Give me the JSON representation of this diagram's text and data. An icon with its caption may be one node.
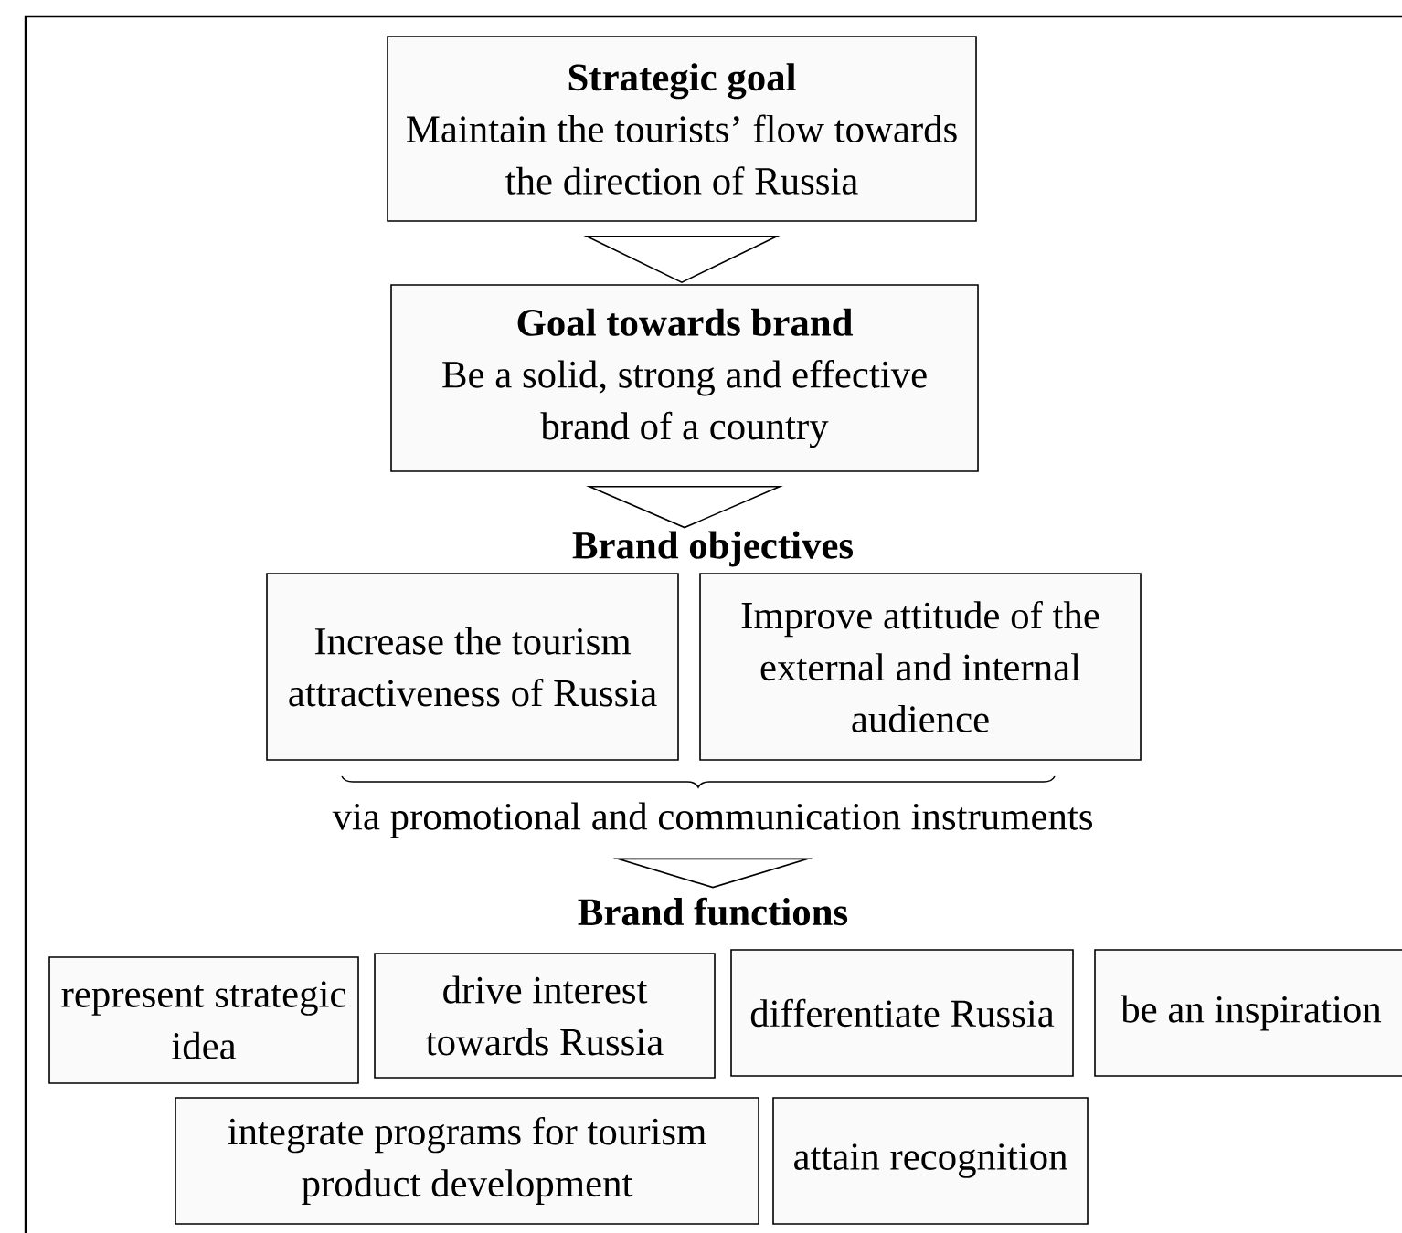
{
  "diagram": {
    "nodes": [
      {
        "text": [
          "Strategic goal",
          "Maintain the tourists’ flow towards the direction of Russia"
        ]
      },
      {
        "text": [
          "Goal towards brand",
          "Be a solid, strong and effective brand of a country"
        ]
      },
      {
        "text": [
          "Brand objectives"
        ]
      },
      {
        "text": [
          "Increase the tourism attractiveness of Russia"
        ]
      },
      {
        "text": [
          "Improve attitude of the external and internal audience"
        ]
      },
      {
        "text": [
          "via promotional and communication instruments"
        ]
      },
      {
        "text": [
          "Brand functions"
        ]
      },
      {
        "text": [
          "represent strategic idea"
        ]
      },
      {
        "text": [
          "drive interest towards Russia"
        ]
      },
      {
        "text": [
          "differentiate Russia"
        ]
      },
      {
        "text": [
          "be an inspiration"
        ]
      },
      {
        "text": [
          "integrate programs for tourism product development"
        ]
      },
      {
        "text": [
          "attain recognition"
        ]
      }
    ],
    "edges": [
      {
        "from": 0,
        "to": 1,
        "arrow": "to"
      },
      {
        "from": 1,
        "to": 2,
        "arrow": "to"
      },
      {
        "from": 5,
        "to": 6,
        "arrow": "to"
      }
    ]
  }
}
